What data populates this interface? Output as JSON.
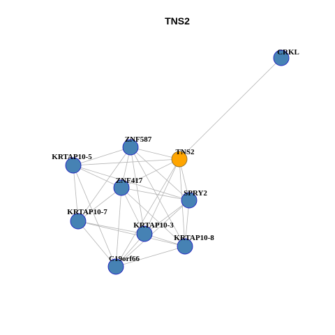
{
  "graph": {
    "title": "TNS2",
    "colors": {
      "default_node": "#4682b4",
      "default_node_border": "#1f1fbf",
      "focus_node": "#ffa500",
      "focus_node_border": "#8a6d2f",
      "edge": "#b3b3b3"
    },
    "nodes": [
      {
        "id": "CRKL",
        "label": "CRKL",
        "focus": false
      },
      {
        "id": "ZNF587",
        "label": "ZNF587",
        "focus": false
      },
      {
        "id": "KRTAP10-5",
        "label": "KRTAP10-5",
        "focus": false
      },
      {
        "id": "TNS2",
        "label": "TNS2",
        "focus": true
      },
      {
        "id": "ZNF417",
        "label": "ZNF417",
        "focus": false
      },
      {
        "id": "SPRY2",
        "label": "SPRY2",
        "focus": false
      },
      {
        "id": "KRTAP10-7",
        "label": "KRTAP10-7",
        "focus": false
      },
      {
        "id": "KRTAP10-3",
        "label": "KRTAP10-3",
        "focus": false
      },
      {
        "id": "KRTAP10-8",
        "label": "KRTAP10-8",
        "focus": false
      },
      {
        "id": "C19orf66",
        "label": "C19orf66",
        "focus": false
      }
    ],
    "edges": [
      [
        "CRKL",
        "TNS2"
      ],
      [
        "ZNF587",
        "KRTAP10-5"
      ],
      [
        "ZNF587",
        "TNS2"
      ],
      [
        "ZNF587",
        "ZNF417"
      ],
      [
        "ZNF587",
        "SPRY2"
      ],
      [
        "ZNF587",
        "KRTAP10-7"
      ],
      [
        "ZNF587",
        "KRTAP10-3"
      ],
      [
        "ZNF587",
        "KRTAP10-8"
      ],
      [
        "KRTAP10-5",
        "TNS2"
      ],
      [
        "KRTAP10-5",
        "ZNF417"
      ],
      [
        "KRTAP10-5",
        "SPRY2"
      ],
      [
        "KRTAP10-5",
        "KRTAP10-7"
      ],
      [
        "KRTAP10-5",
        "C19orf66"
      ],
      [
        "TNS2",
        "ZNF417"
      ],
      [
        "TNS2",
        "SPRY2"
      ],
      [
        "TNS2",
        "KRTAP10-3"
      ],
      [
        "TNS2",
        "KRTAP10-8"
      ],
      [
        "TNS2",
        "C19orf66"
      ],
      [
        "ZNF417",
        "SPRY2"
      ],
      [
        "ZNF417",
        "KRTAP10-7"
      ],
      [
        "ZNF417",
        "KRTAP10-3"
      ],
      [
        "ZNF417",
        "KRTAP10-8"
      ],
      [
        "ZNF417",
        "C19orf66"
      ],
      [
        "SPRY2",
        "KRTAP10-3"
      ],
      [
        "SPRY2",
        "KRTAP10-8"
      ],
      [
        "SPRY2",
        "C19orf66"
      ],
      [
        "KRTAP10-7",
        "KRTAP10-3"
      ],
      [
        "KRTAP10-7",
        "KRTAP10-8"
      ],
      [
        "KRTAP10-7",
        "C19orf66"
      ],
      [
        "KRTAP10-3",
        "KRTAP10-8"
      ],
      [
        "KRTAP10-3",
        "C19orf66"
      ],
      [
        "KRTAP10-8",
        "C19orf66"
      ]
    ]
  }
}
